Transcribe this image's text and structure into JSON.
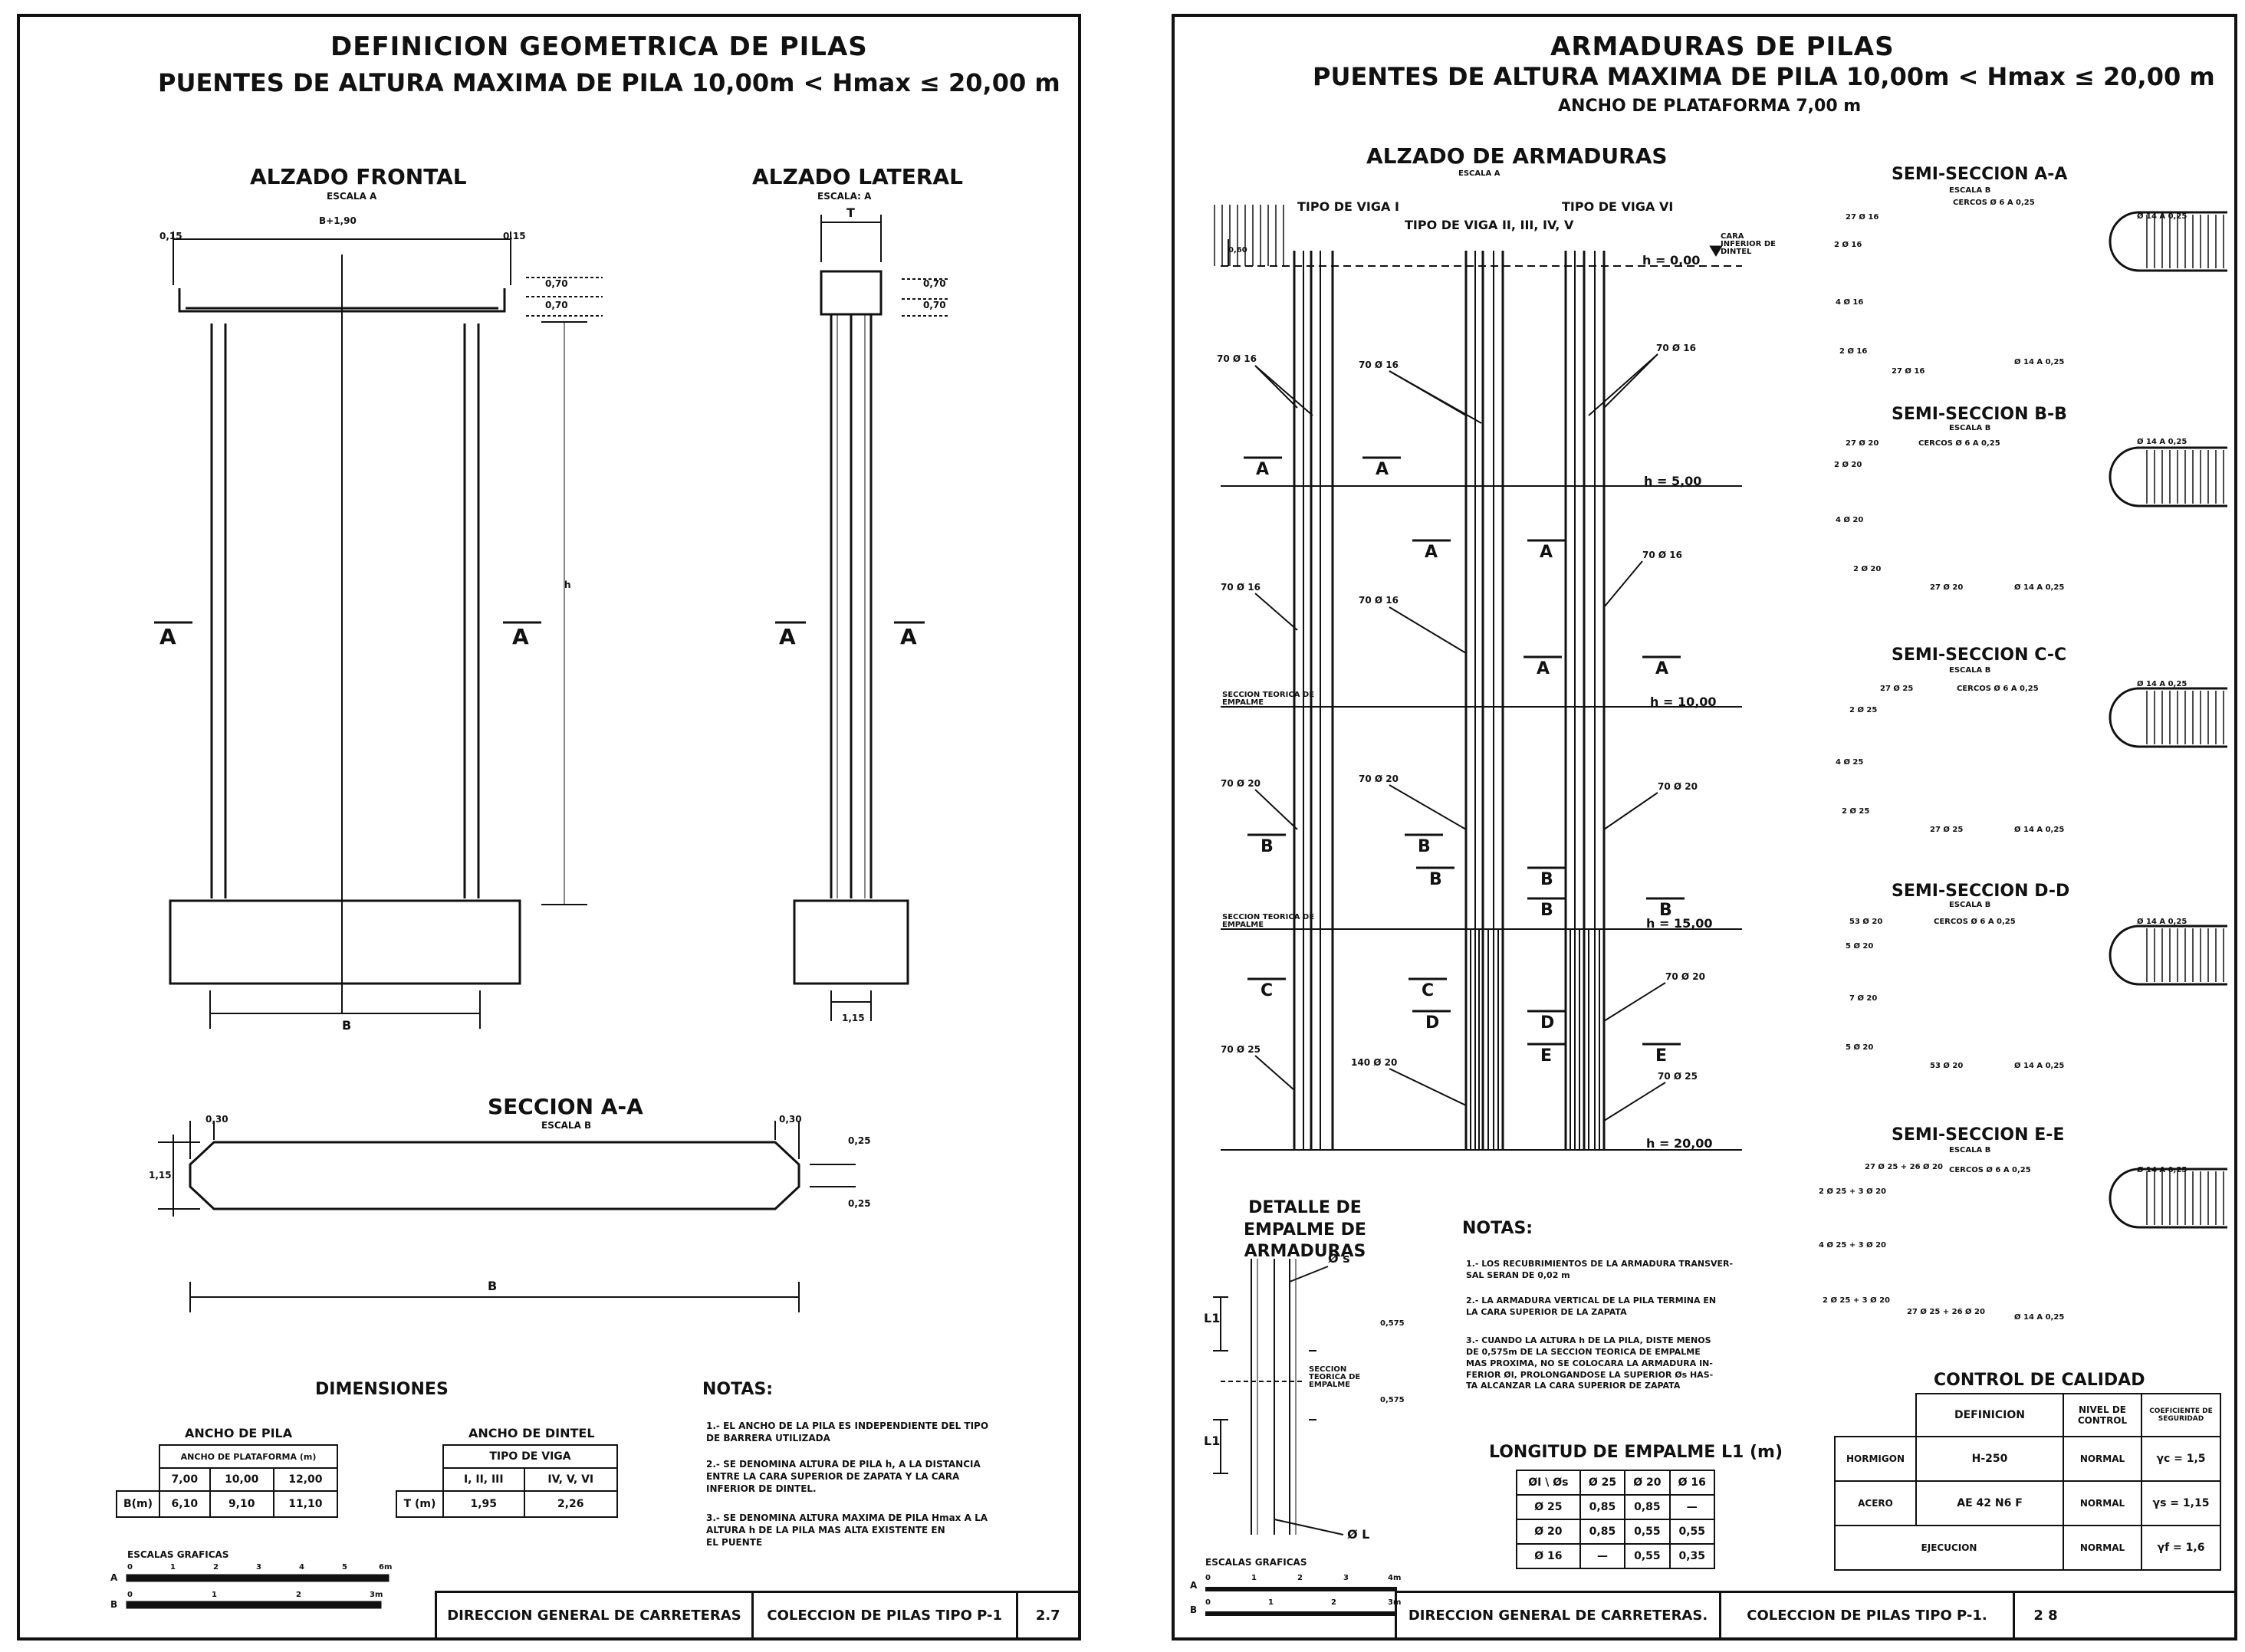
{
  "left": {
    "title": "DEFINICION GEOMETRICA DE PILAS",
    "subtitle": "PUENTES DE ALTURA MAXIMA DE PILA 10,00m < Hmax ≤ 20,00 m",
    "alzado_frontal": "ALZADO FRONTAL",
    "escala_a": "ESCALA A",
    "alzado_lateral": "ALZADO LATERAL",
    "escala_a2": "ESCALA: A",
    "dim_b190": "B+1,90",
    "dim_015": "0,15",
    "dim_070": "0,70",
    "dim_t": "T",
    "dim_b": "B",
    "dim_h": "h",
    "dim_115": "1,15",
    "cut_a": "A",
    "seccion_aa": "SECCION A-A",
    "escala_b": "ESCALA B",
    "dim_030": "0,30",
    "dim_025": "0,25",
    "dim_118": "1,15",
    "dimensiones": "DIMENSIONES",
    "ancho_pila": "ANCHO DE PILA",
    "ancho_plataforma": "ANCHO DE PLATAFORMA (m)",
    "plat_values": [
      "7,00",
      "10,00",
      "12,00"
    ],
    "b_label": "B(m)",
    "b_values": [
      "6,10",
      "9,10",
      "11,10"
    ],
    "ancho_dintel": "ANCHO DE DINTEL",
    "tipo_viga": "TIPO DE VIGA",
    "viga_types": [
      "I, II, III",
      "IV, V, VI"
    ],
    "t_label": "T (m)",
    "t_values": [
      "1,95",
      "2,26"
    ],
    "notas": "NOTAS:",
    "notes": [
      "1.- EL ANCHO DE LA PILA ES INDEPENDIENTE DEL TIPO\nDE BARRERA UTILIZADA",
      "2.- SE DENOMINA ALTURA DE PILA h, A LA DISTANCIA\nENTRE LA CARA SUPERIOR DE ZAPATA Y LA CARA\nINFERIOR DE DINTEL.",
      "3.- SE DENOMINA ALTURA MAXIMA DE PILA Hmax A LA\nALTURA h DE LA PILA MAS ALTA EXISTENTE EN\nEL PUENTE"
    ],
    "escalas": "ESCALAS GRAFICAS",
    "scale_a_ticks": [
      "0",
      "1",
      "2",
      "3",
      "4",
      "5",
      "6m"
    ],
    "scale_b_ticks": [
      "0",
      "1",
      "2",
      "3m"
    ],
    "footer": [
      "DIRECCION GENERAL DE CARRETERAS",
      "COLECCION DE PILAS TIPO P-1",
      "2.7"
    ]
  },
  "right": {
    "title": "ARMADURAS DE PILAS",
    "subtitle": "PUENTES DE ALTURA MAXIMA DE PILA 10,00m < Hmax ≤ 20,00 m",
    "subtitle2": "ANCHO DE PLATAFORMA 7,00 m",
    "alzado": "ALZADO DE ARMADURAS",
    "escala_a": "ESCALA A",
    "viga1": "TIPO DE VIGA I",
    "viga2": "TIPO DE VIGA II, III, IV, V",
    "viga6": "TIPO DE VIGA VI",
    "cara": "CARA INFERIOR DE DINTEL",
    "dim_060": "0,60",
    "levels": [
      "h = 0,00",
      "h = 5,00",
      "h = 10,00",
      "h = 15,00",
      "h = 20,00"
    ],
    "bar_labels": [
      "70 Ø 16",
      "70 Ø 16",
      "70 Ø 16",
      "70 Ø 16",
      "70 Ø 16",
      "70 Ø 16",
      "70 Ø 20",
      "70 Ø 20",
      "70 Ø 20",
      "70 Ø 20",
      "70 Ø 25",
      "140 Ø 20",
      "70 Ø 25"
    ],
    "seccion_teorica": "SECCION TEORICA DE EMPALME",
    "cuts": [
      "A",
      "A",
      "A",
      "A",
      "A",
      "A",
      "B",
      "B",
      "B",
      "B",
      "B",
      "B",
      "C",
      "C",
      "D",
      "D",
      "E",
      "E"
    ],
    "semi": [
      {
        "title": "SEMI-SECCION A-A",
        "escala": "ESCALA B",
        "top": "27 Ø 16",
        "cercos": "CERCOS Ø 6 A 0,25",
        "right": "Ø 14 A 0,25",
        "l1": "2 Ø 16",
        "l2": "4 Ø 16",
        "l3": "2 Ø 16",
        "bot": "27 Ø 16",
        "botr": "Ø 14 A 0,25"
      },
      {
        "title": "SEMI-SECCION B-B",
        "escala": "ESCALA B",
        "top": "27 Ø 20",
        "cercos": "CERCOS Ø 6 A 0,25",
        "right": "Ø 14 A 0,25",
        "l1": "2 Ø 20",
        "l2": "4 Ø 20",
        "l3": "2 Ø 20",
        "bot": "27 Ø 20",
        "botr": "Ø 14 A 0,25"
      },
      {
        "title": "SEMI-SECCION C-C",
        "escala": "ESCALA B",
        "top": "27 Ø 25",
        "cercos": "CERCOS Ø 6 A 0,25",
        "right": "Ø 14 A 0,25",
        "l1": "2 Ø 25",
        "l2": "4 Ø 25",
        "l3": "2 Ø 25",
        "bot": "27 Ø 25",
        "botr": "Ø 14 A 0,25"
      },
      {
        "title": "SEMI-SECCION D-D",
        "escala": "ESCALA B",
        "top": "53 Ø 20",
        "cercos": "CERCOS Ø 6 A 0,25",
        "right": "Ø 14 A 0,25",
        "l1": "5 Ø 20",
        "l2": "7 Ø 20",
        "l3": "5 Ø 20",
        "bot": "53 Ø 20",
        "botr": "Ø 14 A 0,25"
      },
      {
        "title": "SEMI-SECCION E-E",
        "escala": "ESCALA B",
        "top": "27 Ø 25 + 26 Ø 20",
        "cercos": "CERCOS Ø 6 A 0,25",
        "right": "Ø 14 A 0,25",
        "l1": "2 Ø 25 + 3 Ø 20",
        "l2": "4 Ø 25 + 3 Ø 20",
        "l3": "2 Ø 25 + 3 Ø 20",
        "bot": "27 Ø 25 + 26 Ø 20",
        "botr": "Ø 14 A 0,25"
      }
    ],
    "detalle": "DETALLE DE EMPALME DE ARMADURAS",
    "detail_labels": [
      "Ø s",
      "L1",
      "L1",
      "SECCION TEORICA DE EMPALME",
      "0,575",
      "0,575",
      "Ø L"
    ],
    "notas": "NOTAS:",
    "notes": [
      "1.- LOS RECUBRIMIENTOS DE LA ARMADURA TRANSVER-\nSAL SERAN DE 0,02 m",
      "2.- LA ARMADURA VERTICAL DE LA PILA TERMINA EN\nLA CARA SUPERIOR DE LA ZAPATA",
      "3.- CUANDO LA ALTURA h DE LA PILA, DISTE MENOS\nDE 0,575m DE LA SECCION TEORICA DE EMPALME\nMAS PROXIMA, NO SE COLOCARA LA ARMADURA IN-\nFERIOR ØI, PROLONGANDOSE LA SUPERIOR Øs HAS-\nTA ALCANZAR LA CARA SUPERIOR DE ZAPATA"
    ],
    "longitud": "LONGITUD DE EMPALME L1 (m)",
    "long_header": [
      "ØI \\ Øs",
      "Ø 25",
      "Ø 20",
      "Ø 16"
    ],
    "long_rows": [
      [
        "Ø 25",
        "0,85",
        "0,85",
        "—"
      ],
      [
        "Ø 20",
        "0,85",
        "0,55",
        "0,55"
      ],
      [
        "Ø 16",
        "—",
        "0,55",
        "0,35"
      ]
    ],
    "control": "CONTROL DE CALIDAD",
    "control_header": [
      "DEFINICION",
      "NIVEL DE CONTROL",
      "COEFICIENTE DE SEGURIDAD"
    ],
    "control_rows": [
      [
        "HORMIGON",
        "H-250",
        "NORMAL",
        "γc = 1,5"
      ],
      [
        "ACERO",
        "AE 42 N6 F",
        "NORMAL",
        "γs = 1,15"
      ],
      [
        "EJECUCION",
        "",
        "NORMAL",
        "γf = 1,6"
      ]
    ],
    "escalas": "ESCALAS GRAFICAS",
    "scale_a_ticks": [
      "0",
      "1",
      "2",
      "3",
      "4m"
    ],
    "scale_b_ticks": [
      "0",
      "1",
      "2",
      "3m"
    ],
    "footer": [
      "DIRECCION GENERAL DE CARRETERAS.",
      "COLECCION DE PILAS TIPO P-1.",
      "2 8"
    ]
  }
}
